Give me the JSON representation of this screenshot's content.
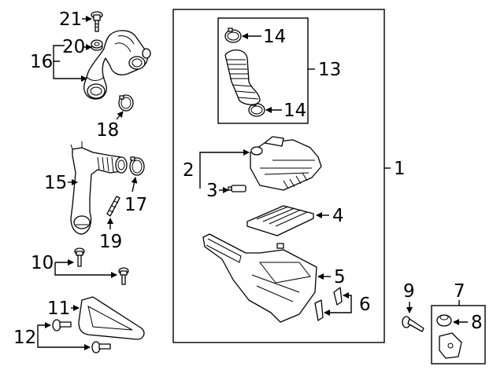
{
  "callouts": {
    "c1": "1",
    "c2": "2",
    "c3": "3",
    "c4": "4",
    "c5": "5",
    "c6": "6",
    "c7": "7",
    "c8": "8",
    "c9": "9",
    "c10": "10",
    "c11": "11",
    "c12": "12",
    "c13": "13",
    "c14a": "14",
    "c14b": "14",
    "c15": "15",
    "c16": "16",
    "c17": "17",
    "c18": "18",
    "c19": "19",
    "c20": "20",
    "c21": "21"
  }
}
